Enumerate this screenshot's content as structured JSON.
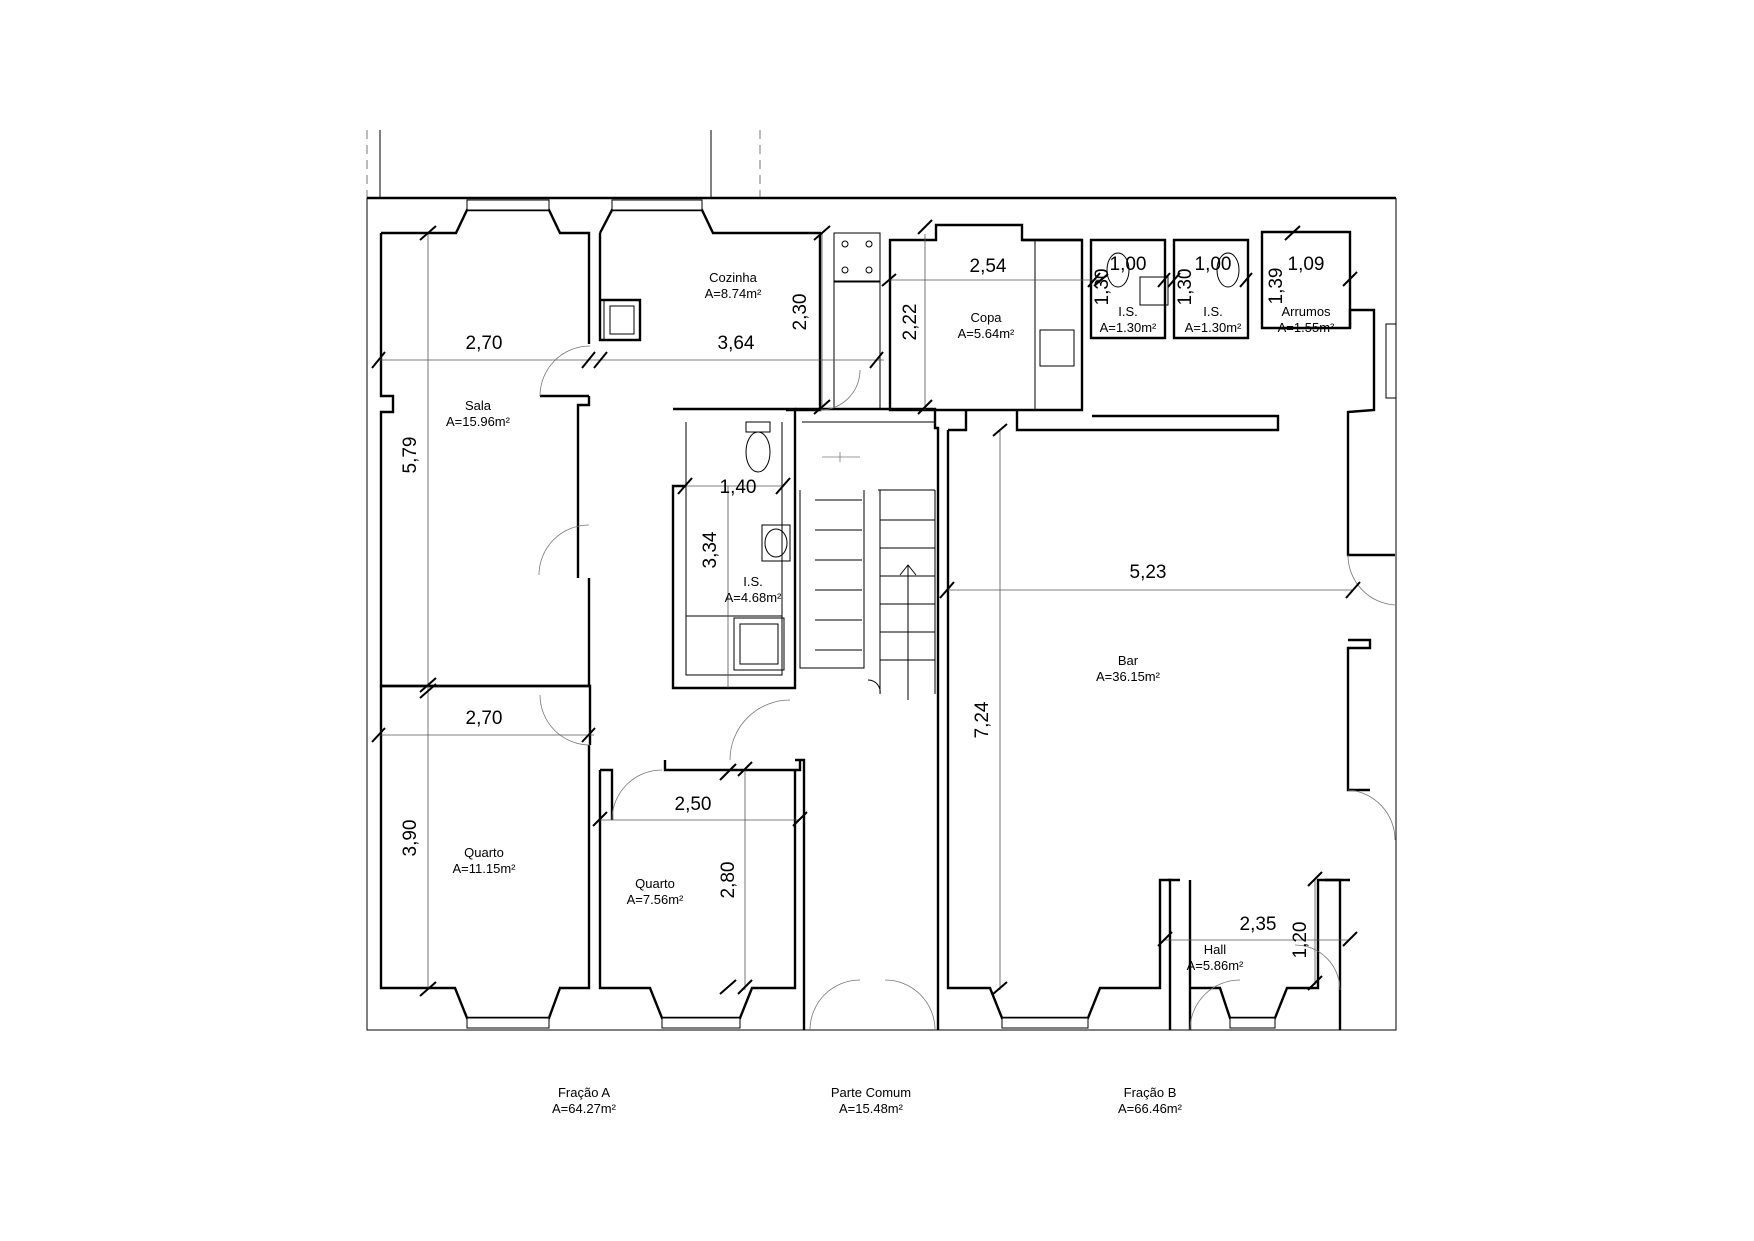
{
  "rooms": {
    "cozinha": {
      "name": "Cozinha",
      "area": "A=8.74m²"
    },
    "sala": {
      "name": "Sala",
      "area": "A=15.96m²"
    },
    "copa": {
      "name": "Copa",
      "area": "A=5.64m²"
    },
    "is1": {
      "name": "I.S.",
      "area": "A=1.30m²"
    },
    "is2": {
      "name": "I.S.",
      "area": "A=1.30m²"
    },
    "arrumos": {
      "name": "Arrumos",
      "area": "A=1.55m²"
    },
    "is_main": {
      "name": "I.S.",
      "area": "A=4.68m²"
    },
    "bar": {
      "name": "Bar",
      "area": "A=36.15m²"
    },
    "quarto1": {
      "name": "Quarto",
      "area": "A=11.15m²"
    },
    "quarto2": {
      "name": "Quarto",
      "area": "A=7.56m²"
    },
    "hall": {
      "name": "Hall",
      "area": "A=5.86m²"
    }
  },
  "dimensions": {
    "sala_w": "2,70",
    "cozinha_w": "3,64",
    "cozinha_h": "2,30",
    "copa_w": "2,54",
    "copa_h": "2,22",
    "is1_w": "1,00",
    "is1_h": "1,30",
    "is2_w": "1,00",
    "is2_h": "1,30",
    "arrumos_w": "1,09",
    "arrumos_h": "1,39",
    "sala_h": "5,79",
    "is_main_w": "1,40",
    "is_main_h": "3,34",
    "bar_w": "5,23",
    "bar_h": "7,24",
    "quarto1_w": "2,70",
    "quarto1_h": "3,90",
    "quarto2_w": "2,50",
    "quarto2_h": "2,80",
    "hall_w": "2,35",
    "hall_h": "1,20"
  },
  "fractions": {
    "a": {
      "name": "Fração A",
      "area": "A=64.27m²"
    },
    "common": {
      "name": "Parte Comum",
      "area": "A=15.48m²"
    },
    "b": {
      "name": "Fração B",
      "area": "A=66.46m²"
    }
  }
}
